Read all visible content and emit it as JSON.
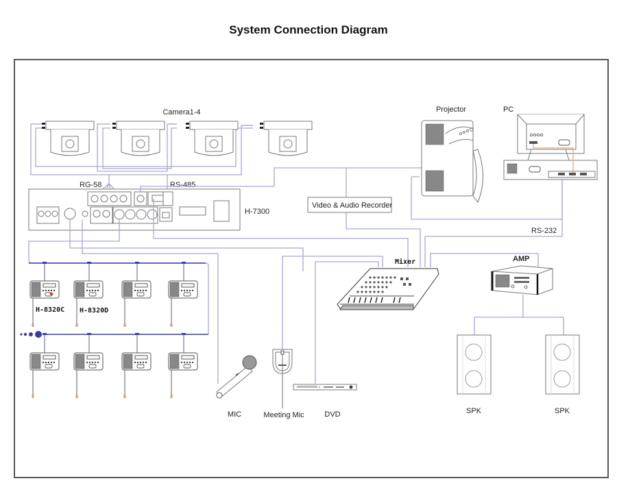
{
  "title": "System Connection Diagram",
  "labels": {
    "cameras": "Camera1-4",
    "rg58": "RG-58",
    "rs485": "RS-485",
    "controller": "H-7300",
    "projector": "Projector",
    "pc": "PC",
    "recorder": "Video & Audio Recorder",
    "rs232": "RS-232",
    "mixer": "Mixer",
    "amp": "AMP",
    "unit_chairman": "H-8320C",
    "unit_delegate": "H-8320D",
    "mic": "MIC",
    "meeting_mic": "Meeting Mic",
    "dvd": "DVD",
    "speaker_left": "SPK",
    "speaker_right": "SPK"
  },
  "devices": {
    "camera_count": 4,
    "conference_unit_rows": 2,
    "conference_units_per_row": 4,
    "speaker_count": 2
  },
  "colors": {
    "wire": "#a8a6d6",
    "trunk": "#3a3aa0",
    "frame": "#555555",
    "pc_video_cable": "#f0a060",
    "chairman_button": "#e03020"
  }
}
